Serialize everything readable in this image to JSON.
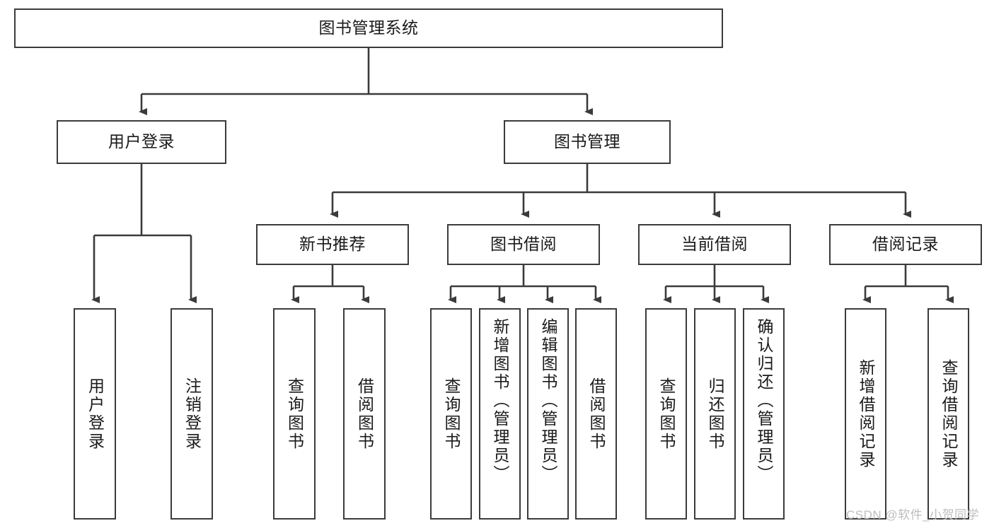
{
  "diagram": {
    "title": "图书管理系统",
    "type": "tree-hierarchy",
    "watermark": "CSDN @软件_小贺同学",
    "colors": {
      "border": "#3b3b3b",
      "text": "#1a1a1a",
      "background": "#ffffff",
      "connector": "#3b3b3b",
      "watermark": "#bdbdbd"
    },
    "root": {
      "label": "图书管理系统"
    },
    "level2": [
      {
        "label": "用户登录"
      },
      {
        "label": "图书管理"
      }
    ],
    "level3": [
      {
        "label": "新书推荐"
      },
      {
        "label": "图书借阅"
      },
      {
        "label": "当前借阅"
      },
      {
        "label": "借阅记录"
      }
    ],
    "leaves": {
      "user_login": [
        {
          "label": "用户登录"
        },
        {
          "label": "注销登录"
        }
      ],
      "new_book_recommend": [
        {
          "label": "查询图书"
        },
        {
          "label": "借阅图书"
        }
      ],
      "book_borrow": [
        {
          "label": "查询图书"
        },
        {
          "label": "新增图书（管理员）"
        },
        {
          "label": "编辑图书（管理员）"
        },
        {
          "label": "借阅图书"
        }
      ],
      "current_borrow": [
        {
          "label": "查询图书"
        },
        {
          "label": "归还图书"
        },
        {
          "label": "确认归还（管理员）"
        }
      ],
      "borrow_record": [
        {
          "label": "新增借阅记录"
        },
        {
          "label": "查询借阅记录"
        }
      ]
    }
  }
}
